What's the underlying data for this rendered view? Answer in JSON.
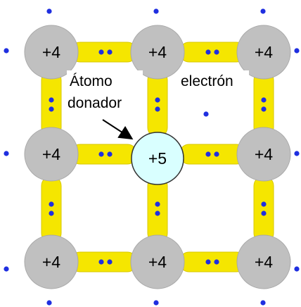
{
  "colors": {
    "bond": "#f5e600",
    "bond_edge": "#d8c800",
    "atom": "#c0c0c0",
    "atom_edge": "#a8a8a8",
    "donor": "#d9ffff",
    "donor_edge": "#333333",
    "electron": "#1f2fe0"
  },
  "atoms": {
    "a00": "+4",
    "a01": "+4",
    "a02": "+4",
    "a10": "+4",
    "donor": "+5",
    "a12": "+4",
    "a20": "+4",
    "a21": "+4",
    "a22": "+4"
  },
  "annotations": {
    "donor_line1": "Átomo",
    "donor_line2": "donador",
    "electron": "electrón"
  }
}
